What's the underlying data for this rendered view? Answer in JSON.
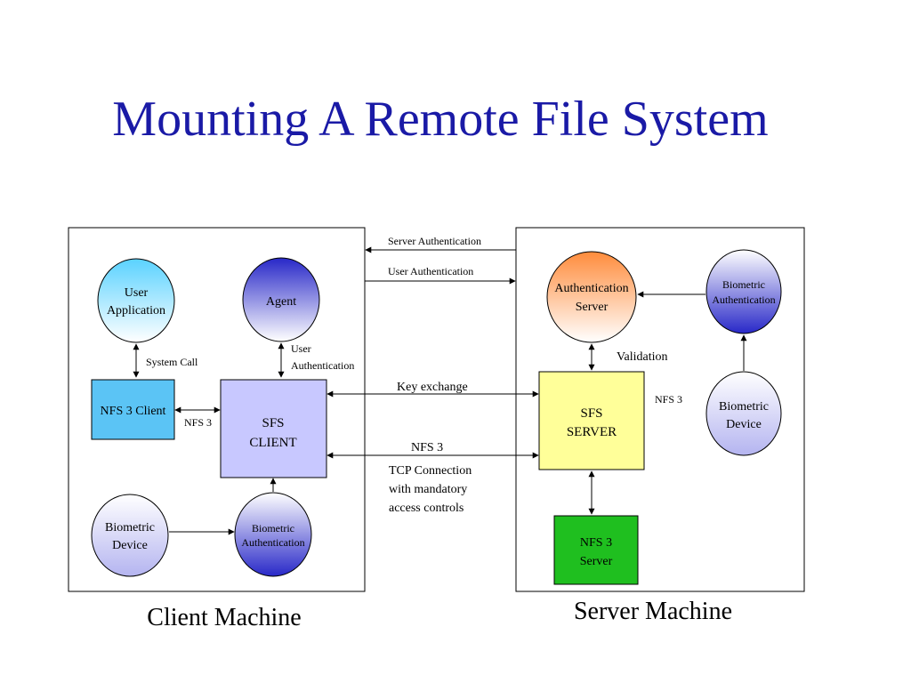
{
  "title": "Mounting A Remote File System",
  "client": {
    "caption": "Client Machine",
    "user_application": [
      "User",
      "Application"
    ],
    "agent": "Agent",
    "system_call": "System Call",
    "user_auth": [
      "User",
      "Authentication"
    ],
    "nfs3_client": "NFS 3 Client",
    "nfs3_link": "NFS 3",
    "sfs_client": [
      "SFS",
      "CLIENT"
    ],
    "biometric_device": [
      "Biometric",
      "Device"
    ],
    "biometric_auth": [
      "Biometric",
      "Authentication"
    ]
  },
  "server": {
    "caption": "Server Machine",
    "auth_server": [
      "Authentication",
      "Server"
    ],
    "biometric_auth": [
      "Biometric",
      "Authentication"
    ],
    "validation": "Validation",
    "sfs_server": [
      "SFS",
      "SERVER"
    ],
    "nfs3_link": "NFS 3",
    "biometric_device": [
      "Biometric",
      "Device"
    ],
    "nfs3_server": [
      "NFS 3",
      "Server"
    ]
  },
  "links": {
    "server_auth": "Server Authentication",
    "user_auth": "User Authentication",
    "key_exchange": "Key exchange",
    "nfs3": "NFS 3",
    "tcp": [
      "TCP Connection",
      "with mandatory",
      "access controls"
    ]
  },
  "colors": {
    "title": "#1a1aa6",
    "nfs3_client_fill": "#5bc4f5",
    "sfs_client_fill": "#c8c8ff",
    "sfs_server_fill": "#ffff99",
    "nfs3_server_fill": "#1fbf1f",
    "agent_gradient": "#2828c8",
    "auth_server_gradient": "#ff8c3c",
    "user_app_gradient": "#5ad2ff"
  }
}
